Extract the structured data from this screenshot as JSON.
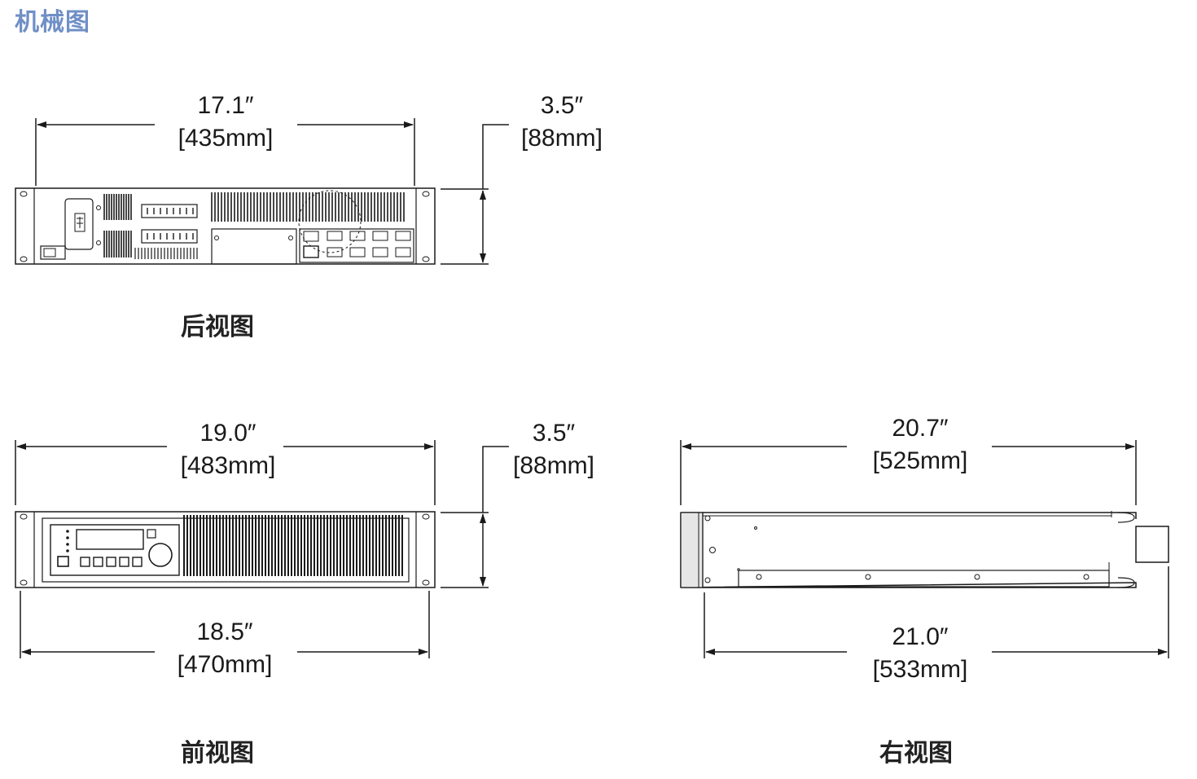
{
  "page": {
    "title": "机械图"
  },
  "rear_view": {
    "caption": "后视图",
    "width": {
      "inches": "17.1″",
      "mm": "[435mm]"
    },
    "height": {
      "inches": "3.5″",
      "mm": "[88mm]"
    }
  },
  "front_view": {
    "caption": "前视图",
    "width": {
      "inches": "19.0″",
      "mm": "[483mm]"
    },
    "body_width": {
      "inches": "18.5″",
      "mm": "[470mm]"
    },
    "height": {
      "inches": "3.5″",
      "mm": "[88mm]"
    }
  },
  "right_view": {
    "caption": "右视图",
    "depth": {
      "inches": "20.7″",
      "mm": "[525mm]"
    },
    "overall_depth": {
      "inches": "21.0″",
      "mm": "[533mm]"
    }
  }
}
